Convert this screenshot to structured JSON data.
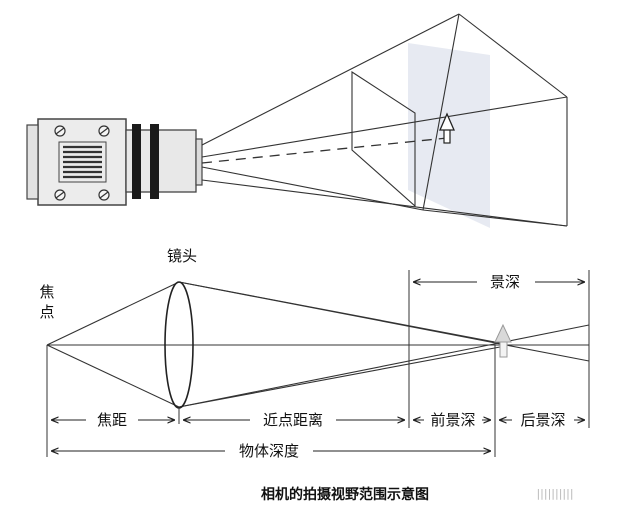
{
  "labels": {
    "lens": "镜头",
    "focus_line1": "焦",
    "focus_line2": "点",
    "depth_of_field": "景深",
    "focal_length": "焦距",
    "near_point_distance": "近点距离",
    "front_dof": "前景深",
    "back_dof": "后景深",
    "object_depth": "物体深度"
  },
  "caption": "相机的拍摄视野范围示意图",
  "watermark": "||||||||||"
}
